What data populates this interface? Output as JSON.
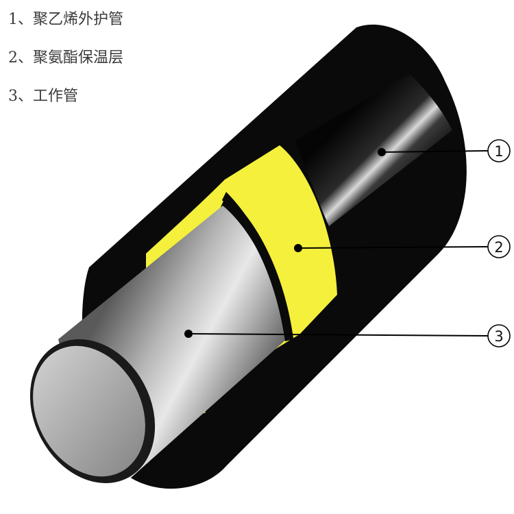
{
  "legend": [
    {
      "num": "1",
      "sep": "、",
      "text": "聚乙烯外护管"
    },
    {
      "num": "2",
      "sep": "、",
      "text": "聚氨酯保温层"
    },
    {
      "num": "3",
      "sep": "、",
      "text": "工作管"
    }
  ],
  "callouts": [
    {
      "id": "outer-jacket",
      "label": "1"
    },
    {
      "id": "insulation",
      "label": "2"
    },
    {
      "id": "inner-pipe",
      "label": "3"
    }
  ],
  "colors": {
    "jacket": "#0a0a0a",
    "insulation": "#f4f03c",
    "steel": "#b9b9b9",
    "leader": "#000000"
  }
}
